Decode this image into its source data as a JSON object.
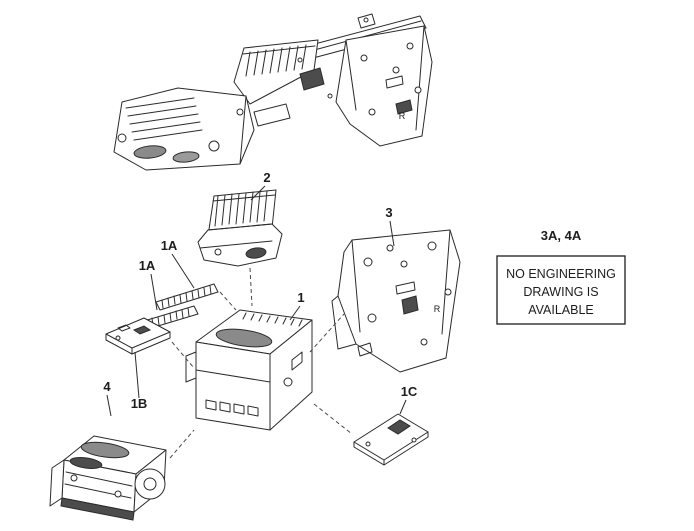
{
  "diagram": {
    "type": "exploded-parts-diagram",
    "background_color": "#ffffff",
    "line_color": "#2b2b2b"
  },
  "callouts": {
    "part2": "2",
    "part3": "3",
    "part1a_upper": "1A",
    "part1a_lower": "1A",
    "part1": "1",
    "part1b": "1B",
    "part4": "4",
    "part1c": "1C"
  },
  "marks": {
    "r_assembly": "R",
    "r_part3": "R"
  },
  "note": {
    "heading": "3A, 4A",
    "line1": "NO ENGINEERING",
    "line2": "DRAWING IS",
    "line3": "AVAILABLE"
  }
}
